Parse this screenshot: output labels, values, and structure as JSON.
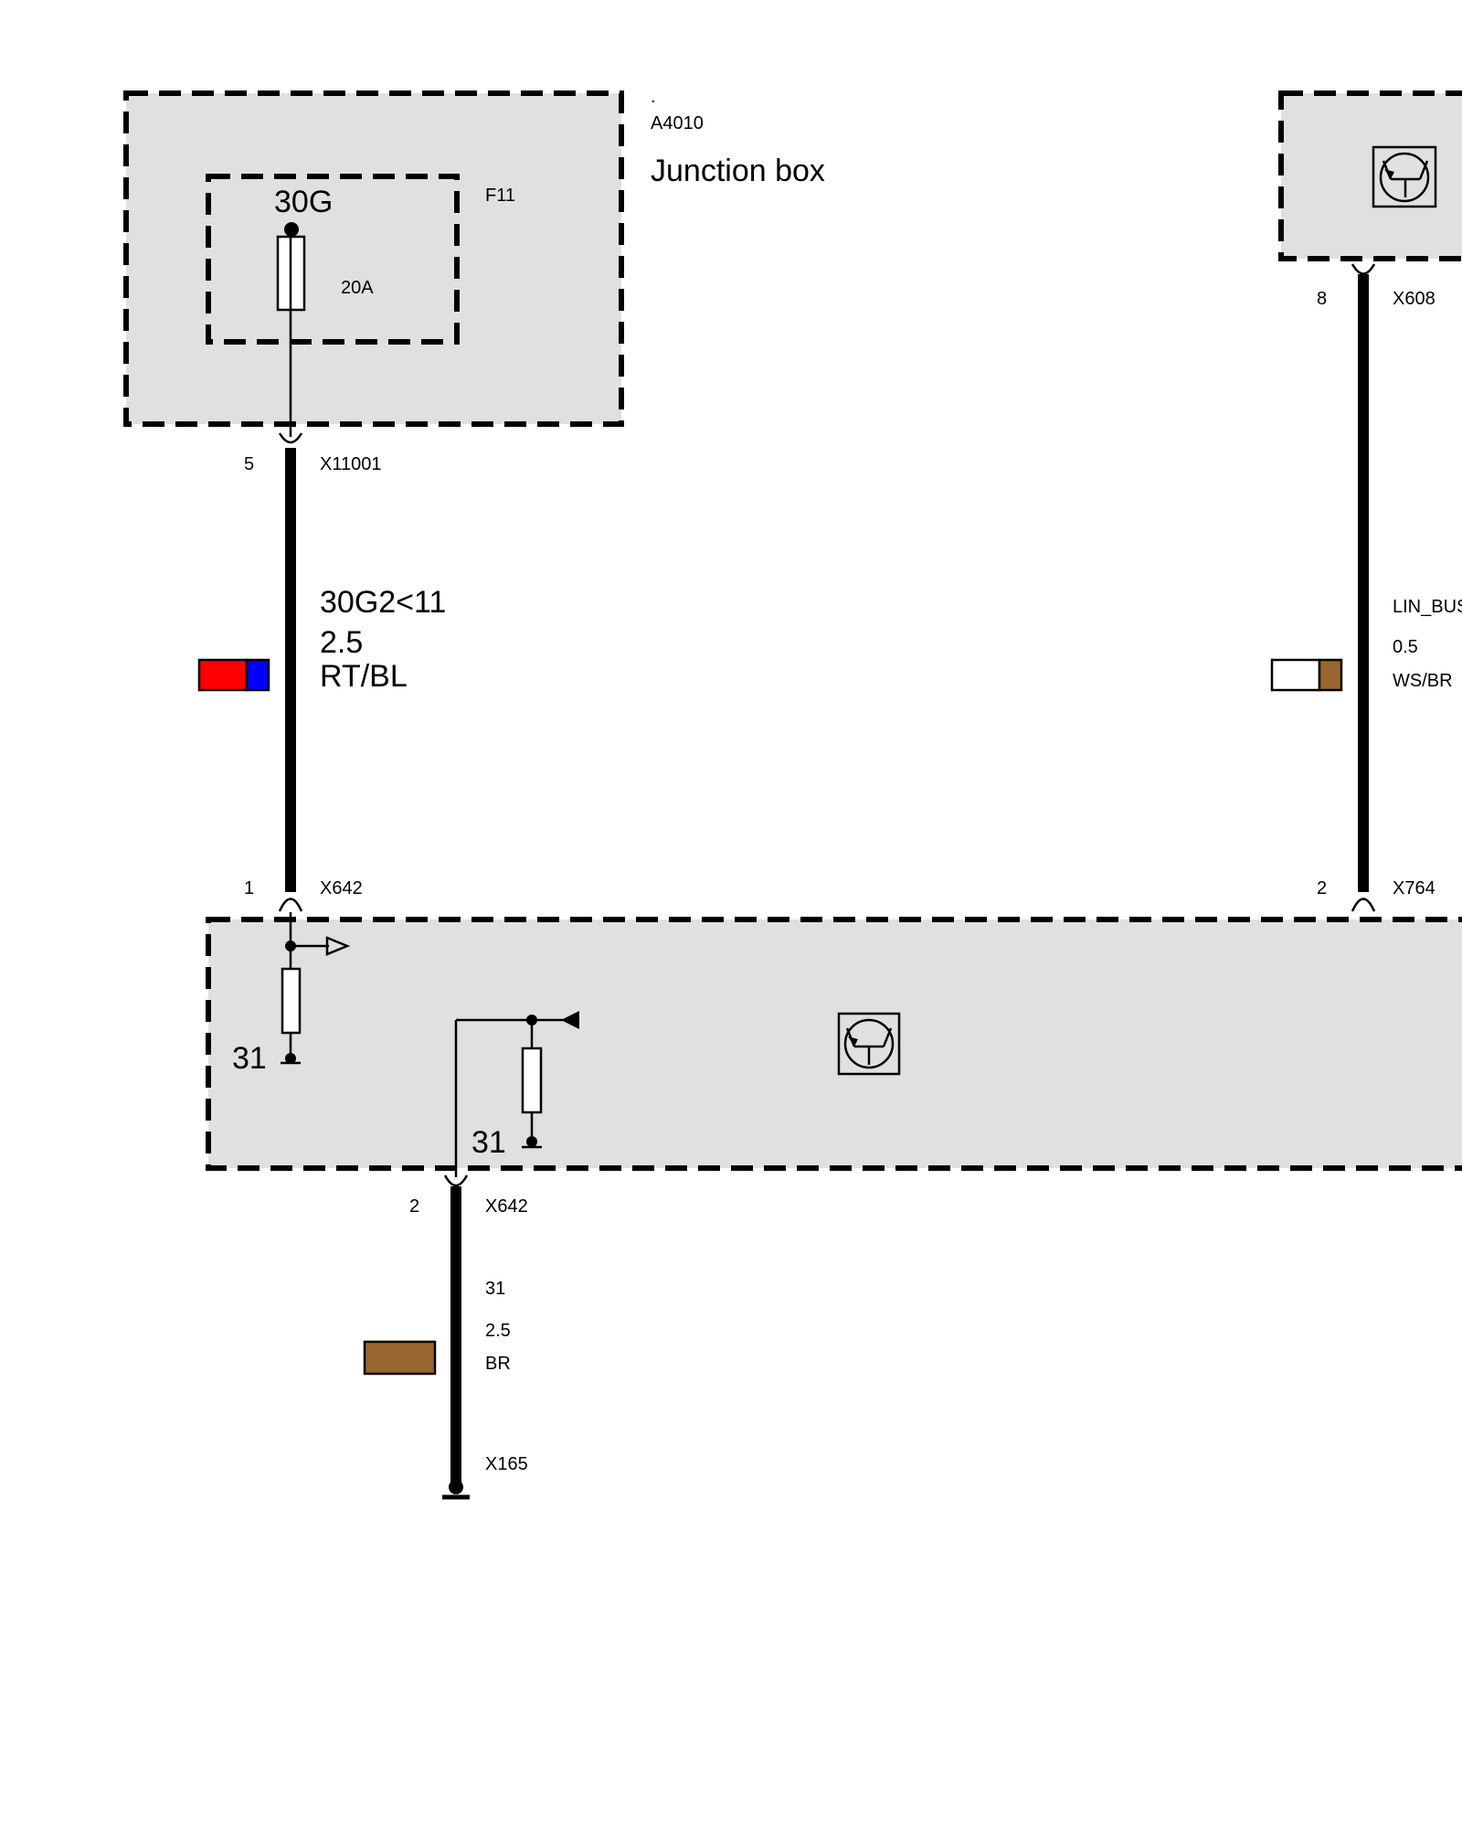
{
  "junction_box": {
    "dot": ".",
    "id": "A4010",
    "name": "Junction box"
  },
  "fuse": {
    "id": "F11",
    "terminal": "30G",
    "rating": "20A"
  },
  "wire_a": {
    "top_pin": "5",
    "top_connector": "X11001",
    "signal": "30G2<11",
    "gauge": "2.5",
    "color_code": "RT/BL",
    "colors": [
      "#ff0000",
      "#0000ff"
    ],
    "bottom_pin": "1",
    "bottom_connector": "X642"
  },
  "wire_b": {
    "top_pin": "8",
    "top_connector": "X608",
    "signal": "LIN_BUS",
    "gauge": "0.5",
    "color_code": "WS/BR",
    "colors": [
      "#ffffff",
      "#9a6631"
    ],
    "bottom_pin": "2",
    "bottom_connector": "X764"
  },
  "module": {
    "ground_left": "31",
    "ground_right": "31"
  },
  "wire_c": {
    "pin": "2",
    "connector": "X642",
    "signal": "31",
    "gauge": "2.5",
    "color_code": "BR",
    "color": "#9a6631",
    "ground_connector": "X165"
  }
}
